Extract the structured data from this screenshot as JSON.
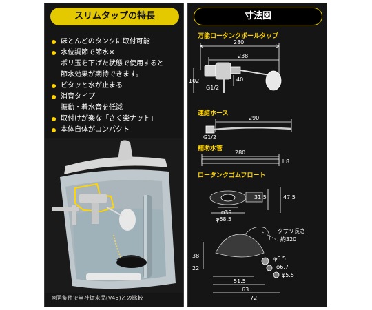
{
  "left": {
    "title": "スリムタップの特長",
    "features": [
      "ほとんどのタンクに取付可能",
      "水位調節で節水※",
      "ポリ玉を下げた状態で使用すると",
      "節水効果が期待できます。",
      "ピタッと水が止まる",
      "消音タイプ",
      "振動・着水音を低減",
      "取付けが楽な「さく楽ナット」",
      "本体自体がコンパクト"
    ],
    "footnote": "※同条件で当社従来品(V45)との比較"
  },
  "right": {
    "title": "寸法図",
    "sections": {
      "ball_tap": {
        "title": "万能ロータンクボールタップ",
        "dims": [
          "280",
          "238",
          "102",
          "40",
          "G1/2"
        ]
      },
      "hose": {
        "title": "連結ホース",
        "dims": [
          "290",
          "G1/2"
        ]
      },
      "aux_pipe": {
        "title": "補助水管",
        "dims": [
          "280",
          "8"
        ]
      },
      "float": {
        "title": "ロータンクゴムフロート",
        "dims": [
          "31.5",
          "47.5",
          "φ39",
          "φ68.5",
          "クサリ長さ",
          "約320",
          "38",
          "22",
          "φ6.5",
          "φ6.7",
          "φ5.5",
          "51.5",
          "63",
          "72"
        ]
      }
    }
  },
  "colors": {
    "accent": "#e4c800",
    "panel": "#151515",
    "text": "#ffffff"
  }
}
